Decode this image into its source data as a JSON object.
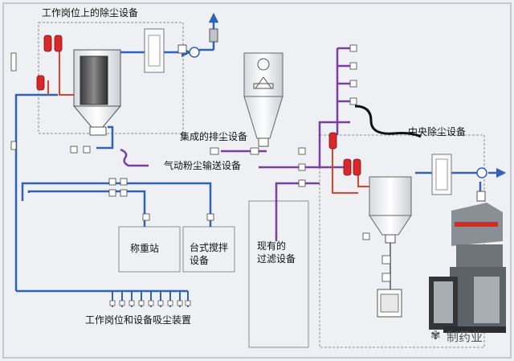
{
  "labels": {
    "workstation_dust": "工作岗位上的除尘设备",
    "integrated_exhaust": "集成的排尘设备",
    "pneumatic_conveying": "气动粉尘输送设备",
    "central_dust": "中央除尘设备",
    "weighing_station": "称重站",
    "table_mixer_1": "台式搅拌",
    "table_mixer_2": "设备",
    "existing_filter_1": "现有的",
    "existing_filter_2": "过滤设备",
    "suction_device": "工作岗位和设备吸尘装置"
  },
  "watermark": {
    "text": "制药业"
  },
  "colors": {
    "blue_pipe": "#2f63b8",
    "purple_pipe": "#7b3fa3",
    "red_pipe": "#e0432b",
    "black_hose": "#111111",
    "filter_red": "#d8282a",
    "background": "#eef0f3"
  }
}
